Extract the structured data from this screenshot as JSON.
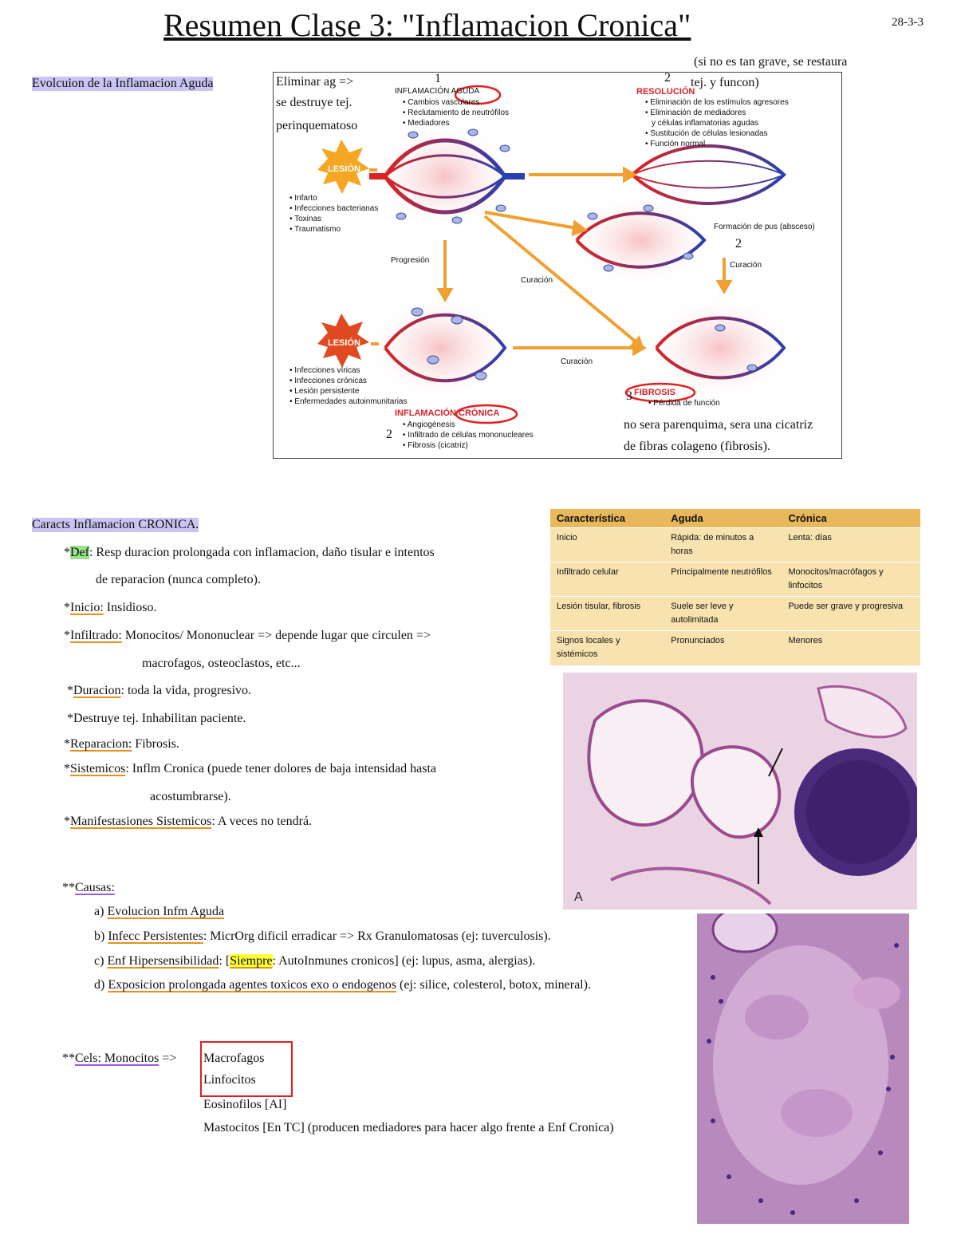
{
  "header": {
    "title": "Resumen Clase 3: \"Inflamacion Cronica\"",
    "date": "28-3-3"
  },
  "section1": {
    "heading": "Evolcuion de la Inflamacion Aguda",
    "note_left": [
      "Eliminar ag =>",
      "se destruye tej.",
      "perinquematoso"
    ],
    "note_top": [
      "(si no es tan grave, se restaura",
      "tej. y funcon)"
    ],
    "note_bottom": [
      "no sera parenquima, sera una cicatriz",
      "de fibras colageno (fibrosis)."
    ],
    "numbers": [
      "1",
      "2",
      "2",
      "2",
      "3"
    ]
  },
  "figure1": {
    "aguda_title": "INFLAMACIÓN AGUDA",
    "aguda_items": [
      "• Cambios vasculares",
      "• Reclutamiento de neutrófilos",
      "• Mediadores"
    ],
    "resolucion_title": "RESOLUCIÓN",
    "resolucion_items": [
      "• Eliminación de los estímulos agresores",
      "• Eliminación de mediadores",
      "y células inflamatorias agudas",
      "• Sustitución de células lesionadas",
      "• Función normal"
    ],
    "lesion": "LESIÓN",
    "lesion1_items": [
      "• Infarto",
      "• Infecciones bacterianas",
      "• Toxinas",
      "• Traumatismo"
    ],
    "lesion2_items": [
      "• Infecciones víricas",
      "• Infecciones crónicas",
      "• Lesión persistente",
      "• Enfermedades autoinmunitarias"
    ],
    "cronica_title": "INFLAMACIÓN CRÓNICA",
    "cronica_items": [
      "• Angiogénesis",
      "• Infiltrado de células mononucleares",
      "• Fibrosis (cicatriz)"
    ],
    "pus": "Formación de pus (absceso)",
    "progresion": "Progresión",
    "curacion": "Curación",
    "fibrosis_title": "FIBROSIS",
    "fibrosis_item": "• Pérdida de función"
  },
  "section2": {
    "heading": "Caracts Inflamacion CRONICA.",
    "def_label": "Def",
    "def_text": ": Resp duracion prolongada con inflamacion, daño tisular e intentos",
    "def_text2": "de reparacion (nunca completo).",
    "inicio_label": "Inicio:",
    "inicio_text": " Insidioso.",
    "infiltrado_label": "Infiltrado:",
    "infiltrado_text": " Monocitos/ Mononuclear => depende lugar que circulen =>",
    "infiltrado_text2": "macrofagos, osteoclastos, etc...",
    "duracion_label": "Duracion",
    "duracion_text": ": toda la vida, progresivo.",
    "destruye": "*Destruye tej. Inhabilitan paciente.",
    "reparacion_label": "Reparacion:",
    "reparacion_text": " Fibrosis.",
    "sistemicos_label": "Sistemicos",
    "sistemicos_text": ": Inflm Cronica (puede tener dolores de baja intensidad hasta",
    "sistemicos_text2": "acostumbrarse).",
    "manif_label": "Manifestasiones Sistemicos",
    "manif_text": ": A veces no tendrá."
  },
  "causas": {
    "label": "Causas:",
    "a_prefix": "a) ",
    "a_label": "Evolucion Infm Aguda",
    "b_prefix": "b) ",
    "b_label": "Infecc Persistentes",
    "b_text": ": MicrOrg dificil erradicar => Rx Granulomatosas (ej: tuverculosis).",
    "c_prefix": "c) ",
    "c_label": "Enf Hipersensibilidad",
    "c_mid": ": [",
    "c_hl": "Siempre",
    "c_text": ": AutoInmunes cronicos] (ej: lupus, asma, alergias).",
    "d_prefix": "d) ",
    "d_label": "Exposicion prolongada agentes toxicos exo o endogenos",
    "d_text": " (ej: silice, colesterol, botox, mineral)."
  },
  "cels": {
    "label": "Cels: Monocitos",
    "arrow": " =>",
    "items": [
      "Macrofagos",
      "Linfocitos",
      "Eosinofilos [AI]",
      "Mastocitos [En TC] (producen mediadores para hacer algo frente a Enf Cronica)"
    ]
  },
  "table": {
    "headers": [
      "Característica",
      "Aguda",
      "Crónica"
    ],
    "rows": [
      [
        "Inicio",
        "Rápida: de minutos a horas",
        "Lenta: días"
      ],
      [
        "Infiltrado celular",
        "Principalmente neutrófilos",
        "Monocitos/macrófagos y linfocitos"
      ],
      [
        "Lesión tisular, fibrosis",
        "Suele ser leve y autolimitada",
        "Puede ser grave y progresiva"
      ],
      [
        "Signos locales y sistémicos",
        "Pronunciados",
        "Menores"
      ]
    ]
  },
  "histology": {
    "label_a": "A"
  }
}
